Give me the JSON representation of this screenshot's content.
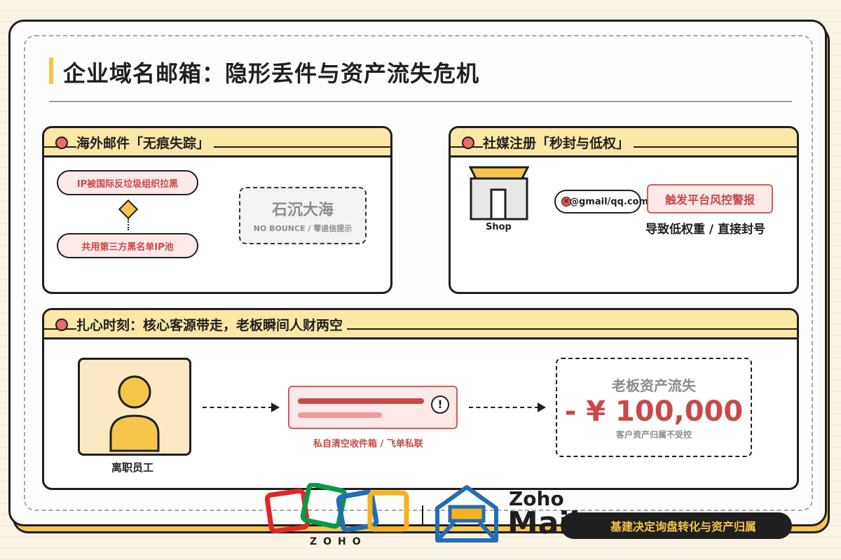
{
  "title": "企业域名邮箱：隐形丢件与资产流失危机",
  "panel_overseas": {
    "heading": "海外邮件「无痕失踪」",
    "blacklist_label": "IP被国际反垃圾组织拉黑",
    "shared_ip_label": "共用第三方黑名单IP池",
    "sink_title": "石沉大海",
    "sink_subtitle": "NO BOUNCE / 零退信提示"
  },
  "panel_social": {
    "heading": "社媒注册「秒封与低权」",
    "shop_label": "Shop",
    "email_label": "@gmail/qq.com",
    "alert_label": "触发平台风控警报",
    "result_label": "导致低权重 / 直接封号"
  },
  "panel_heart": {
    "heading": "扎心时刻：核心客源带走，老板瞬间人财两空",
    "employee_label": "离职员工",
    "inbox_caption": "私自清空收件箱 / 飞单私联",
    "loss_title": "老板资产流失",
    "loss_amount": "- ¥ 100,000",
    "loss_subtitle": "客户资产归属不受控"
  },
  "footer": {
    "zoho_word": "ZOHO",
    "zoho_mail_top": "Zoho",
    "zoho_mail_bottom": "Mail",
    "tagline": "基建决定询盘转化与资产归属"
  },
  "colors": {
    "accent_yellow": "#f5c64a",
    "panel_header": "#fbe7a6",
    "alert_red": "#c94848",
    "alert_fill": "#fde9e8",
    "zoho_red": "#e42527",
    "zoho_green": "#089949",
    "zoho_blue": "#226db4",
    "zoho_yellow": "#f9b21d"
  }
}
